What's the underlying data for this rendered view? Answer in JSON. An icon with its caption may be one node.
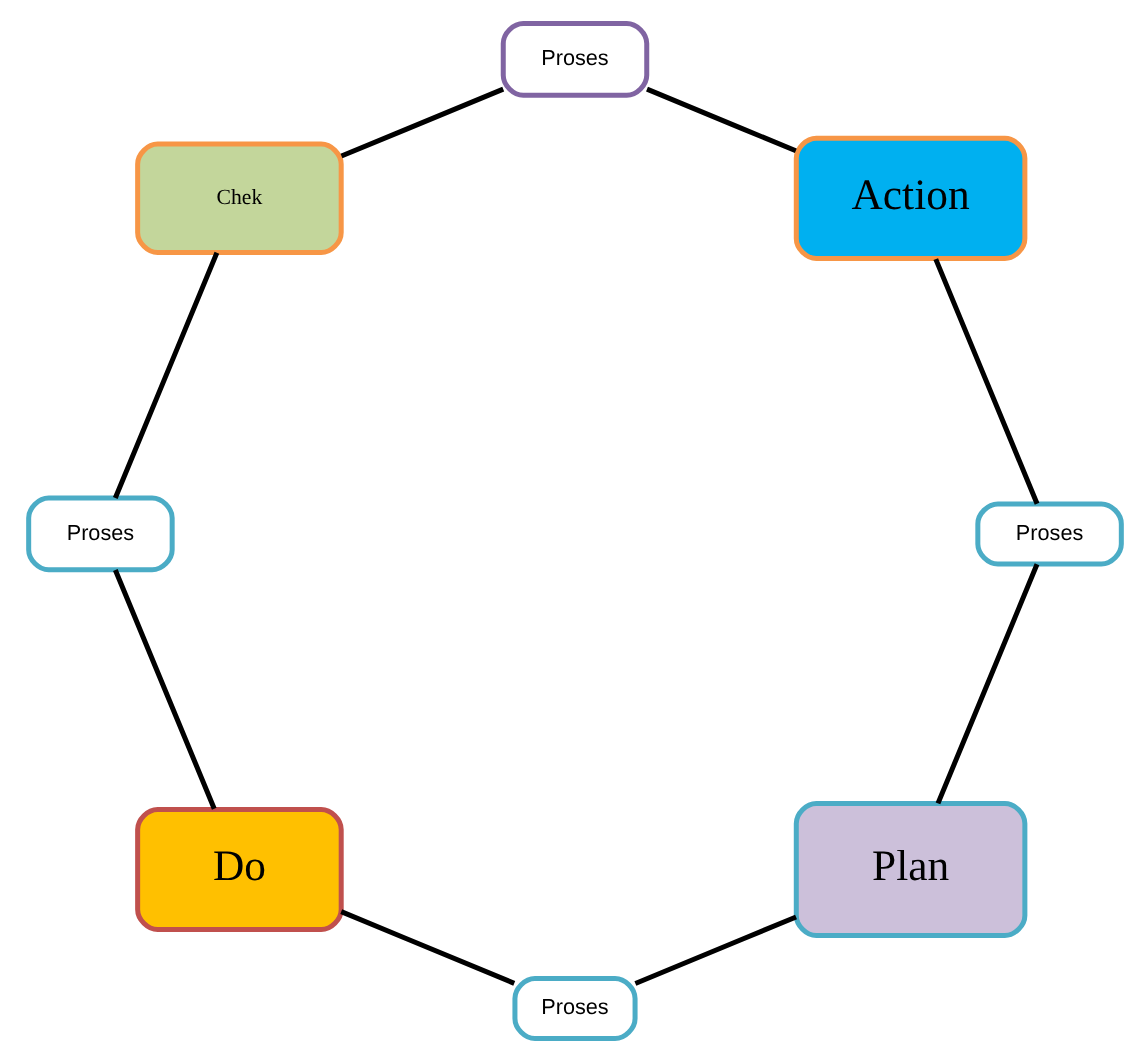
{
  "diagram": {
    "nodes": [
      {
        "text": [
          "Plan"
        ]
      },
      {
        "text": [
          "Proses"
        ]
      },
      {
        "text": [
          "Do"
        ]
      },
      {
        "text": [
          "Proses"
        ]
      },
      {
        "text": [
          "Chek"
        ]
      },
      {
        "text": [
          "Proses"
        ]
      },
      {
        "text": [
          "Action"
        ]
      },
      {
        "text": [
          "Proses"
        ]
      }
    ],
    "edges": [
      {
        "from": 0,
        "to": 1,
        "arrow": "none"
      },
      {
        "from": 1,
        "to": 2,
        "arrow": "none"
      },
      {
        "from": 2,
        "to": 3,
        "arrow": "none"
      },
      {
        "from": 3,
        "to": 4,
        "arrow": "none"
      },
      {
        "from": 4,
        "to": 5,
        "arrow": "none"
      },
      {
        "from": 5,
        "to": 6,
        "arrow": "none"
      },
      {
        "from": 6,
        "to": 7,
        "arrow": "none"
      },
      {
        "from": 7,
        "to": 0,
        "arrow": "none"
      }
    ]
  }
}
